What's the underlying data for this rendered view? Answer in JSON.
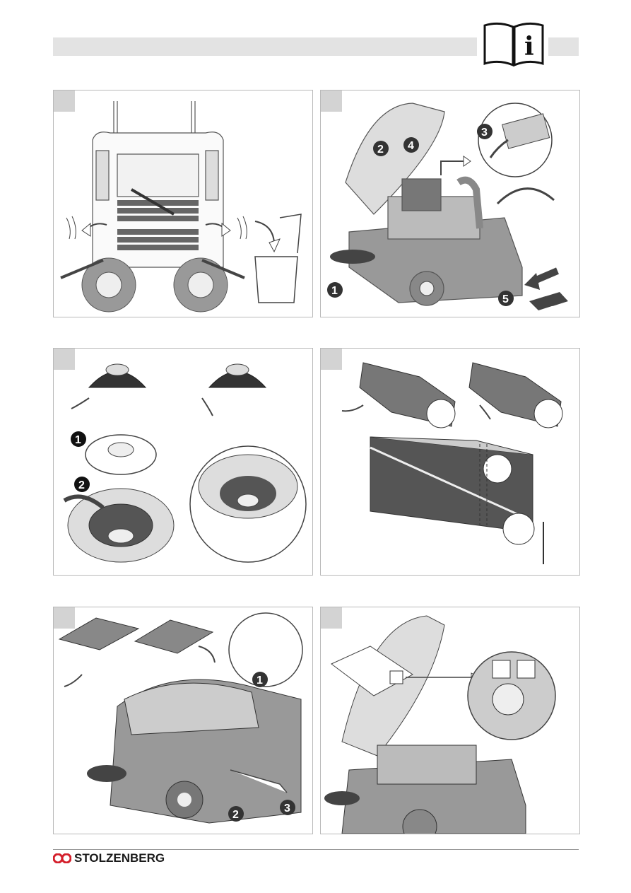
{
  "brand": {
    "name": "STOLZENBERG",
    "logo_color": "#d4202c"
  },
  "header": {
    "icon": "info-manual-icon",
    "icon_glyph": "i"
  },
  "steps": {
    "panel_b": [
      "2",
      "4",
      "3",
      "1",
      "5"
    ],
    "panel_c": [
      "1",
      "2"
    ],
    "panel_e": [
      "1",
      "2",
      "3"
    ]
  }
}
